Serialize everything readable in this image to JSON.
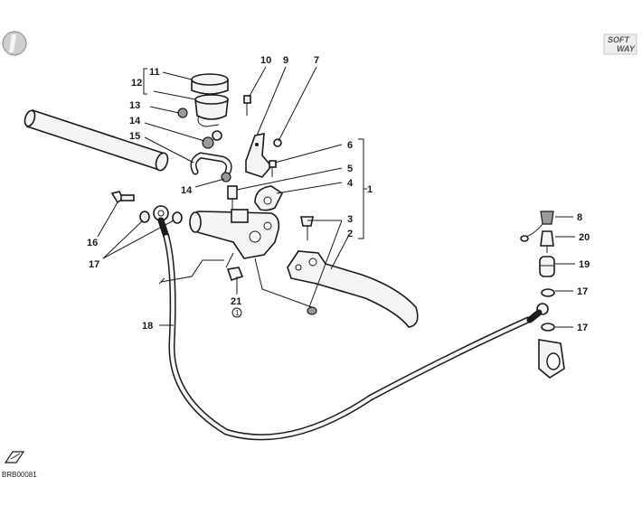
{
  "diagram": {
    "code": "BRB00081",
    "logo_line1": "SOFT",
    "logo_line2": "WAY",
    "labels": {
      "p1": "1",
      "p2": "2",
      "p3": "3",
      "p4": "4",
      "p5": "5",
      "p6": "6",
      "p7": "7",
      "p8": "8",
      "p9": "9",
      "p10": "10",
      "p11": "11",
      "p12": "12",
      "p13": "13",
      "p14a": "14",
      "p14b": "14",
      "p15": "15",
      "p16": "16",
      "p17a": "17",
      "p17b": "17",
      "p17c": "17",
      "p18": "18",
      "p19": "19",
      "p20": "20",
      "p21": "21",
      "p21sub": "1"
    }
  }
}
